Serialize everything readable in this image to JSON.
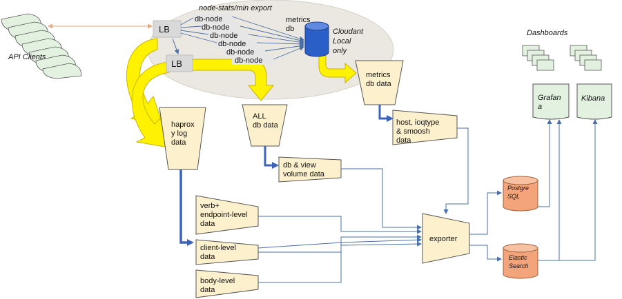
{
  "api_clients": "API Clients",
  "node_stats_label": "node-stats/min export",
  "lb": "LB",
  "db_node": "db-node",
  "metrics_db": [
    "metrics",
    "db"
  ],
  "cloudant_local": [
    "Cloudant",
    "Local",
    "only"
  ],
  "metrics_db_data": [
    "metrics",
    "db data"
  ],
  "host_ioqtype": [
    "host, ioqtype",
    "& smoosh",
    "data"
  ],
  "all_db_data": [
    "ALL",
    "db data"
  ],
  "db_view_volume": [
    "db & view",
    "volume data"
  ],
  "haproxy_log": [
    "haprox",
    "y log",
    "data"
  ],
  "verb_endpoint": [
    "verb+",
    "endpoint-level",
    "data"
  ],
  "client_level": [
    "client-level",
    "data"
  ],
  "body_level": [
    "body-level",
    "data"
  ],
  "exporter": "exporter",
  "postgresql": [
    "Postgre",
    "SQL"
  ],
  "elastic_search": [
    "Elastic",
    "Search"
  ],
  "dashboards": "Dashboards",
  "grafana": [
    "Grafan",
    "a"
  ],
  "kibana": "Kibana",
  "colors": {
    "node_fill": "#fdf0cc",
    "funnel_fill": "#fdf0cc",
    "db_node_fill": "#e6e6e6",
    "cloud_fill": "#ebe8e1",
    "flow_arrow": "#fff200",
    "flow_outline": "#c9b400",
    "cylinder_blue": "#2b5fc8",
    "cylinder_orange": "#f4a47a",
    "connector": "#4a6fa5",
    "thick_connector": "#3d63b8",
    "orange_line": "#e8a878",
    "dashboard_fill": "#e3f1e1"
  }
}
